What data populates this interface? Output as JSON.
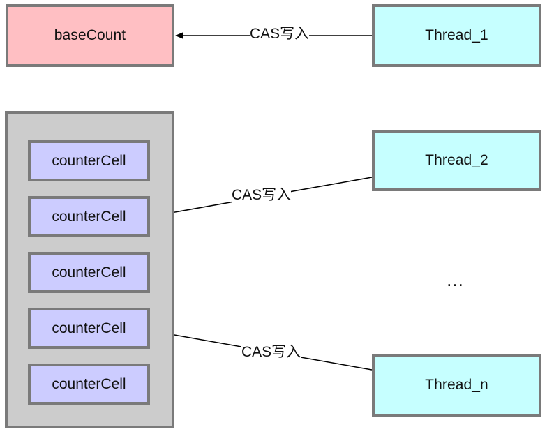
{
  "nodes": {
    "base_count": "baseCount",
    "thread_1": "Thread_1",
    "thread_2": "Thread_2",
    "thread_n": "Thread_n",
    "ellipsis": "…"
  },
  "counter_cells": [
    "counterCell",
    "counterCell",
    "counterCell",
    "counterCell",
    "counterCell"
  ],
  "edges": [
    {
      "from": "Thread_1",
      "to": "baseCount",
      "label": "CAS写入"
    },
    {
      "from": "Thread_2",
      "to": "counterCell",
      "label": "CAS写入"
    },
    {
      "from": "Thread_n",
      "to": "counterCell",
      "label": "CAS写入"
    }
  ],
  "colors": {
    "base_fill": "#ffbfc3",
    "thread_fill": "#c6ffff",
    "cell_fill": "#ccccff",
    "container_fill": "#cccccc",
    "border": "#7a7a7a"
  }
}
